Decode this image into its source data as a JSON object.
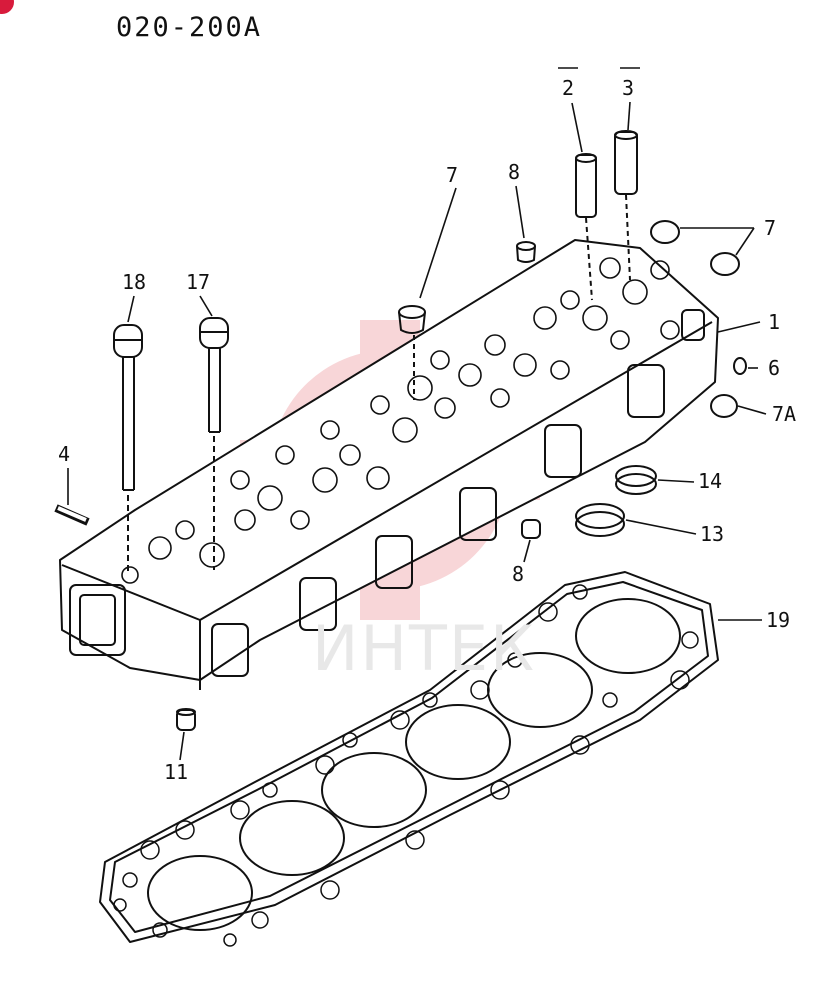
{
  "diagram": {
    "code": "020-200A",
    "watermark": "ИНТЕК",
    "callouts": [
      "2",
      "3",
      "7",
      "8",
      "7",
      "18",
      "17",
      "1",
      "6",
      "7A",
      "4",
      "14",
      "13",
      "8",
      "19",
      "11"
    ]
  },
  "colors": {
    "line": "#111111",
    "watermark_gear": "#f6cfd2",
    "badge": "#d81b3c"
  }
}
